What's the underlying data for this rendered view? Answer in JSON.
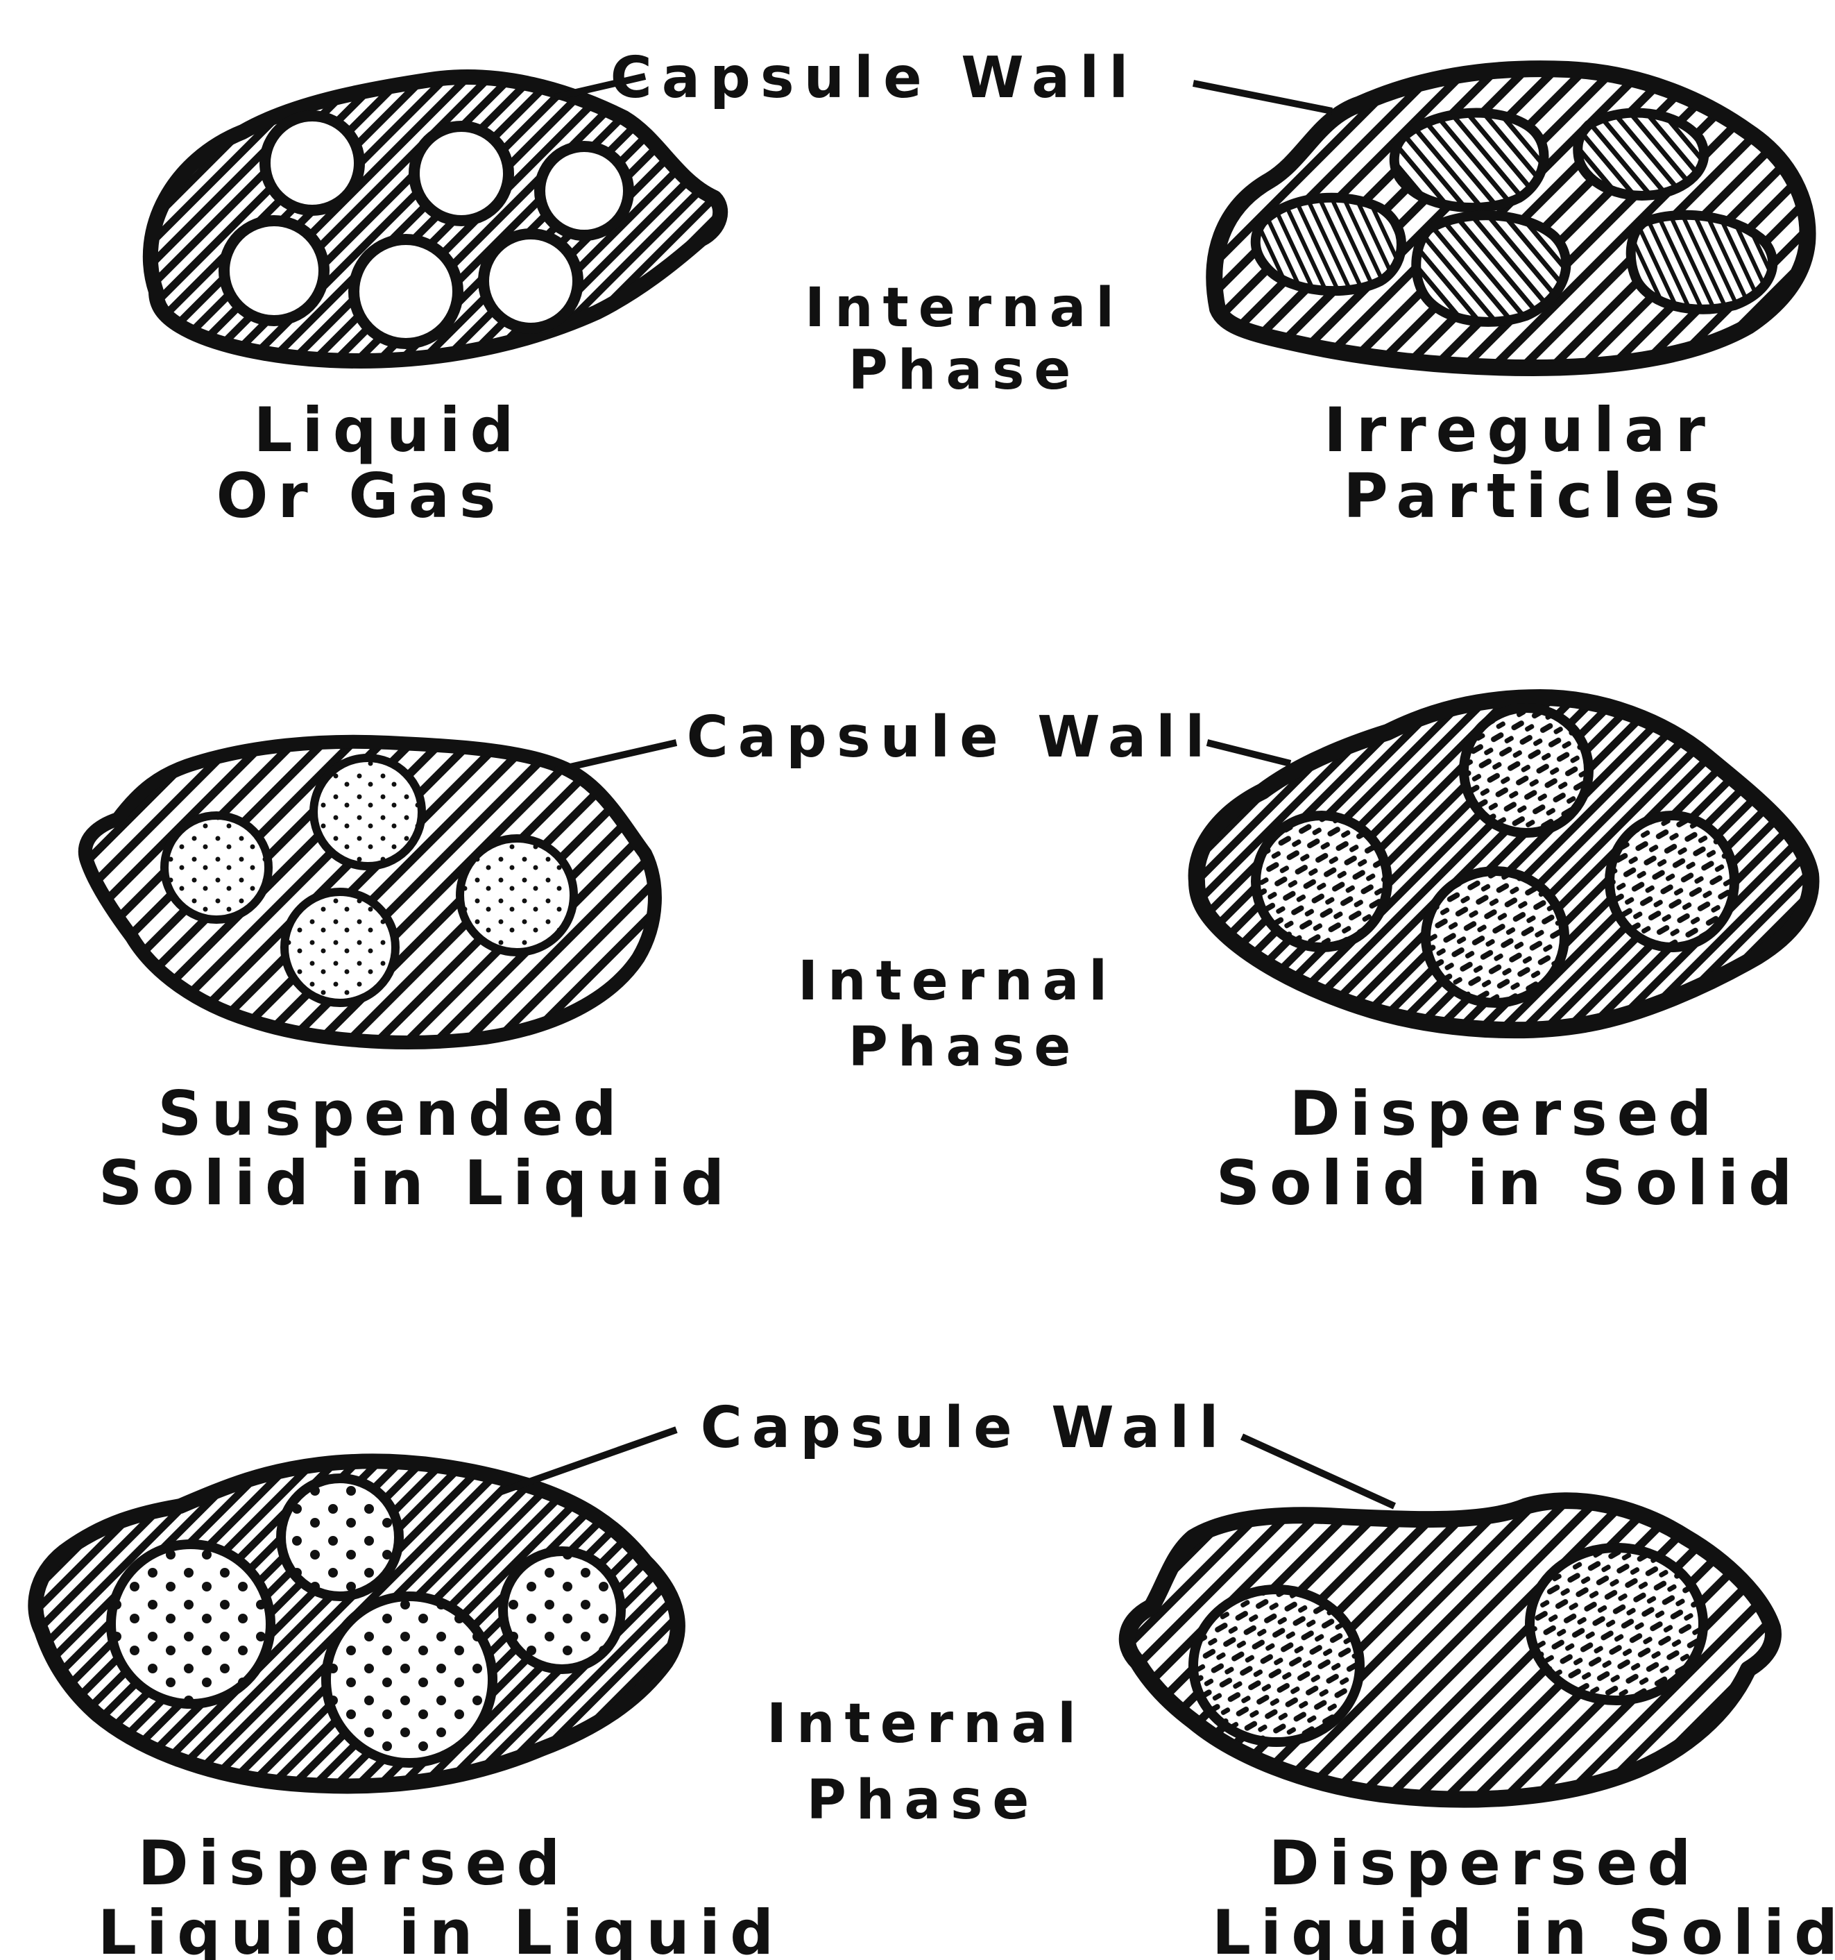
{
  "rows": [
    {
      "wall_label": "Capsule Wall",
      "phase_line1": "Internal",
      "phase_line2": "Phase",
      "left_caption": [
        "Liquid",
        "Or Gas"
      ],
      "right_caption": [
        "Irregular",
        "Particles"
      ]
    },
    {
      "wall_label": "Capsule Wall",
      "phase_line1": "Internal",
      "phase_line2": "Phase",
      "left_caption": [
        "Suspended",
        "Solid in Liquid"
      ],
      "right_caption": [
        "Dispersed",
        "Solid in Solid"
      ]
    },
    {
      "wall_label": "Capsule Wall",
      "phase_line1": "Internal",
      "phase_line2": "Phase",
      "left_caption": [
        "Dispersed",
        "Liquid in Liquid"
      ],
      "right_caption": [
        "Dispersed",
        "Liquid in Solid"
      ]
    }
  ]
}
